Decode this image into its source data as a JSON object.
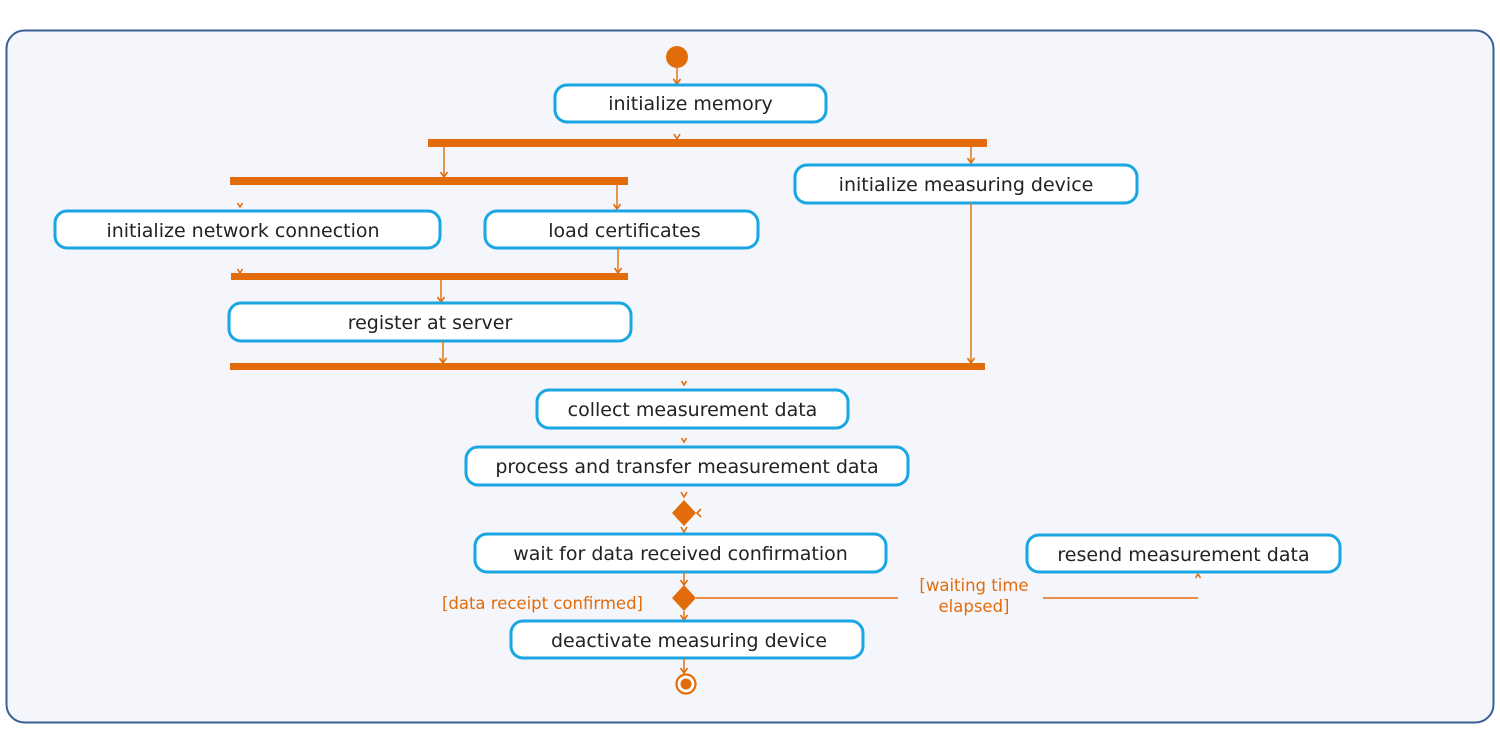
{
  "diagram": {
    "type": "UML activity diagram",
    "colors": {
      "accent": "#e36c0a",
      "action_border": "#1aa6e2",
      "frame_border": "#3a5f95",
      "background": "#f4f6fb",
      "text": "#222222"
    },
    "actions": {
      "init_memory": "initialize memory",
      "init_network": "initialize network connection",
      "load_certs": "load certificates",
      "init_device": "initialize measuring device",
      "register": "register at server",
      "collect": "collect measurement data",
      "process": "process and transfer measurement data",
      "wait": "wait for data received confirmation",
      "resend": "resend measurement data",
      "deactivate": "deactivate measuring device"
    },
    "guards": {
      "confirmed": "[data receipt confirmed]",
      "timeout_line1": "[waiting time",
      "timeout_line2": "elapsed]"
    },
    "nodes": {
      "initial": "initial-node",
      "final": "activity-final-node",
      "merge": "merge-node",
      "decision": "decision-node",
      "fork_bars": [
        "fork-1",
        "fork-2",
        "join-1",
        "join-2"
      ]
    },
    "flows": [
      [
        "initial",
        "init_memory"
      ],
      [
        "init_memory",
        "fork-1"
      ],
      [
        "fork-1",
        "fork-2"
      ],
      [
        "fork-1",
        "init_device"
      ],
      [
        "fork-2",
        "init_network"
      ],
      [
        "fork-2",
        "load_certs"
      ],
      [
        "init_network",
        "join-1"
      ],
      [
        "load_certs",
        "join-1"
      ],
      [
        "join-1",
        "register"
      ],
      [
        "register",
        "join-2"
      ],
      [
        "init_device",
        "join-2"
      ],
      [
        "join-2",
        "collect"
      ],
      [
        "collect",
        "process"
      ],
      [
        "process",
        "merge"
      ],
      [
        "merge",
        "wait"
      ],
      [
        "wait",
        "decision"
      ],
      [
        "decision",
        "deactivate",
        "[data receipt confirmed]"
      ],
      [
        "decision",
        "resend",
        "[waiting time elapsed]"
      ],
      [
        "resend",
        "merge"
      ],
      [
        "deactivate",
        "final"
      ]
    ]
  }
}
